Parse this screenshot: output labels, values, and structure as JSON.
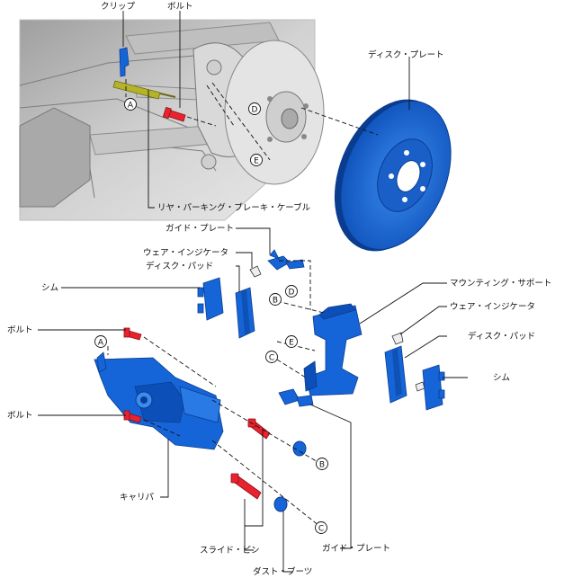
{
  "labels": {
    "clip": "クリップ",
    "bolt_top": "ボルト",
    "disc_plate": "ディスク・プレート",
    "parking_cable": "リヤ・パーキング・ブレーキ・ケーブル",
    "guide_plate_top": "ガイド・プレート",
    "wear_indicator_left": "ウェア・インジケータ",
    "disc_pad_left": "ディスク・パッド",
    "shim_left": "シム",
    "bolt_left_1": "ボルト",
    "bolt_left_2": "ボルト",
    "mounting_support": "マウンティング・サポート",
    "wear_indicator_right": "ウェア・インジケータ",
    "disc_pad_right": "ディスク・パッド",
    "shim_right": "シム",
    "caliper": "キャリパ",
    "slide_pin": "スライド・ピン",
    "guide_plate_bottom": "ガイド・プレート",
    "dust_boot": "ダスト・ブーツ"
  },
  "markers": {
    "a_top": "A",
    "d_top": "D",
    "e_top": "E",
    "b_mid": "B",
    "d_mid": "D",
    "e_mid": "E",
    "c_mid": "C",
    "a_left": "A",
    "b_bottom": "B",
    "c_bottom": "C"
  },
  "colors": {
    "part_blue": "#1565d8",
    "part_dark": "#0a3d8f",
    "bolt_red": "#e8232f",
    "cable_olive": "#b5b32a",
    "photo_bg": "#d6d6d6"
  }
}
